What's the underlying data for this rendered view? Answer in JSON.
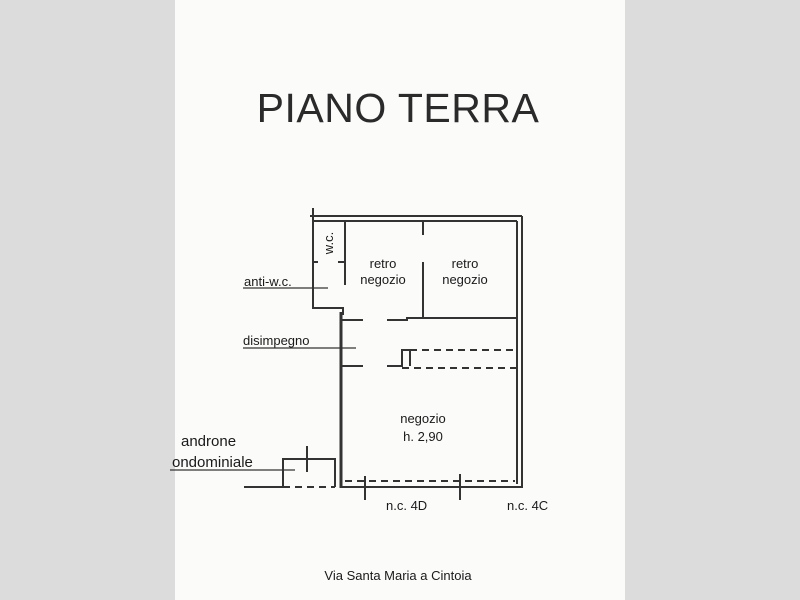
{
  "title": "PIANO TERRA",
  "rooms": {
    "wc": "w.c.",
    "retro_negozio_1": [
      "retro",
      "negozio"
    ],
    "retro_negozio_2": [
      "retro",
      "negozio"
    ],
    "negozio": [
      "negozio",
      "h. 2,90"
    ]
  },
  "callouts": {
    "anti_wc": "anti-w.c.",
    "disimpegno": "disimpegno",
    "androne": [
      "androne",
      "ondominiale"
    ]
  },
  "entrances": {
    "nc_4d": "n.c. 4D",
    "nc_4c": "n.c. 4C"
  },
  "street": "Via Santa Maria a Cintoia"
}
